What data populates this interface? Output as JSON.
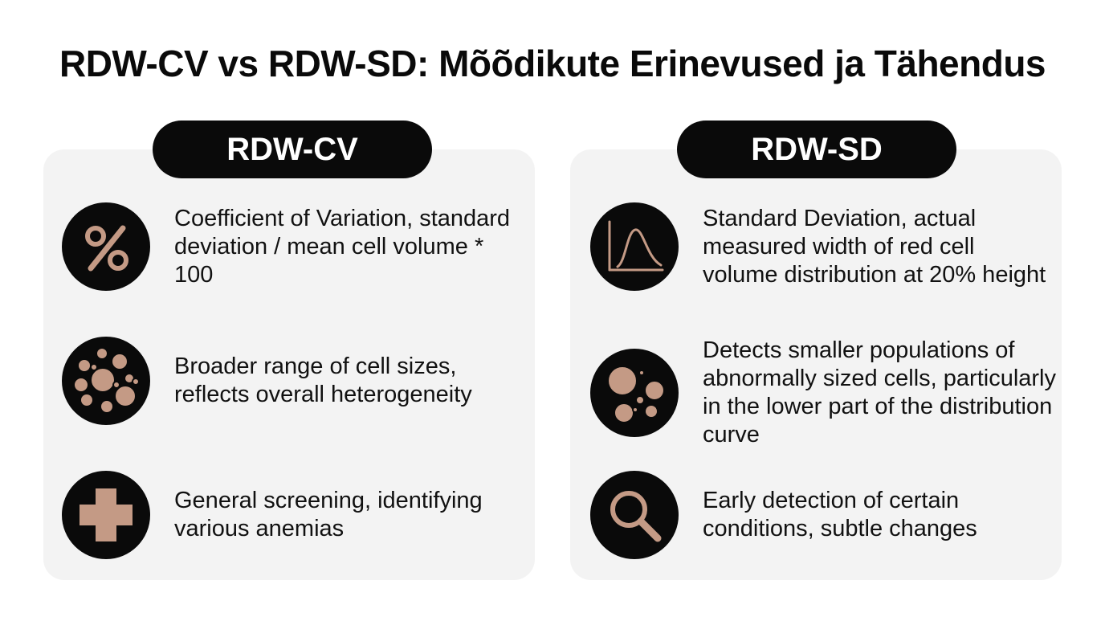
{
  "title": "RDW-CV vs RDW-SD: Mõõdikute Erinevused ja Tähendus",
  "colors": {
    "accent": "#c49a85",
    "dark": "#0a0a0a",
    "panel": "#f3f3f3"
  },
  "left": {
    "heading": "RDW-CV",
    "items": [
      {
        "icon": "percent-icon",
        "text": "Coefficient of Variation, standard deviation / mean cell volume * 100"
      },
      {
        "icon": "cell-cluster-icon",
        "text": "Broader range of cell sizes, reflects overall heterogeneity"
      },
      {
        "icon": "medical-cross-icon",
        "text": "General screening, identifying various anemias"
      }
    ]
  },
  "right": {
    "heading": "RDW-SD",
    "items": [
      {
        "icon": "distribution-curve-icon",
        "text": "Standard Deviation, actual measured width of red cell volume distribution at 20% height"
      },
      {
        "icon": "small-cells-icon",
        "text": "Detects smaller populations of abnormally sized cells, particularly in the lower part of the distribution curve"
      },
      {
        "icon": "magnifier-icon",
        "text": "Early detection of certain conditions, subtle changes"
      }
    ]
  }
}
